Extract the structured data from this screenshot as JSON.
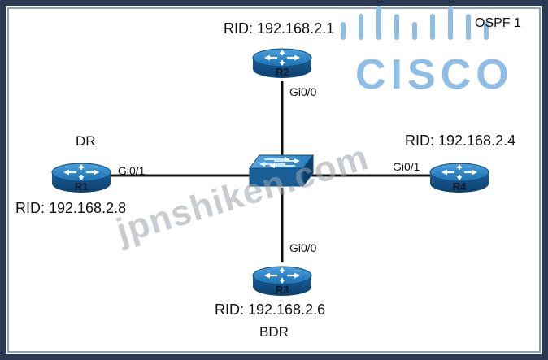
{
  "diagram": {
    "area_label": "OSPF 1",
    "logo_text": "CISCO",
    "watermark": "jpnshiken.com"
  },
  "routers": {
    "r1": {
      "name": "R1",
      "rid": "RID: 192.168.2.8",
      "role": "DR",
      "port": "Gi0/1"
    },
    "r2": {
      "name": "R2",
      "rid": "RID: 192.168.2.1",
      "port": "Gi0/0"
    },
    "r3": {
      "name": "R3",
      "rid": "RID: 192.168.2.6",
      "role": "BDR",
      "port": "Gi0/0"
    },
    "r4": {
      "name": "R4",
      "rid": "RID: 192.168.2.4",
      "port": "Gi0/1"
    }
  },
  "colors": {
    "frame": "#2a3a55",
    "router_fill": "#1d6fb1",
    "router_dark": "#0f4c80",
    "logo": "#8fbde6"
  },
  "icons": {
    "router": "router-icon",
    "switch": "switch-icon",
    "logo": "cisco-logo"
  }
}
